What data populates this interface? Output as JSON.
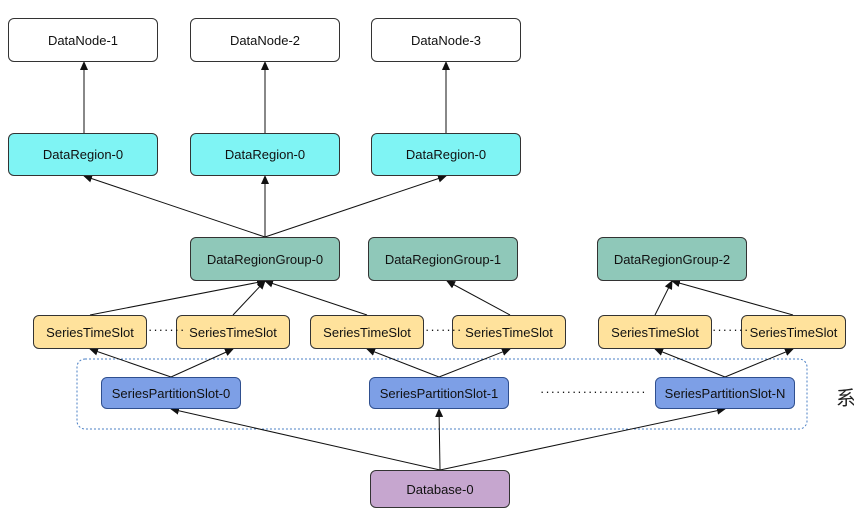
{
  "data_nodes": [
    "DataNode-1",
    "DataNode-2",
    "DataNode-3"
  ],
  "data_regions": [
    "DataRegion-0",
    "DataRegion-0",
    "DataRegion-0"
  ],
  "region_groups": [
    "DataRegionGroup-0",
    "DataRegionGroup-1",
    "DataRegionGroup-2"
  ],
  "time_slots": [
    "SeriesTimeSlot",
    "SeriesTimeSlot",
    "SeriesTimeSlot",
    "SeriesTimeSlot",
    "SeriesTimeSlot",
    "SeriesTimeSlot"
  ],
  "partition_slots": [
    "SeriesPartitionSlot-0",
    "SeriesPartitionSlot-1",
    "SeriesPartitionSlot-N"
  ],
  "database": "Database-0",
  "ellipsis_short": "·······",
  "ellipsis_long": "····················",
  "side_glyph": "系",
  "colors": {
    "data_node": "#ffffff",
    "data_region": "#7ff4f4",
    "region_group": "#8fc8b9",
    "time_slot": "#ffe29c",
    "partition_slot": "#7d9fe6",
    "database": "#c6a6cf",
    "partition_boundary": "#4a7fc4"
  }
}
